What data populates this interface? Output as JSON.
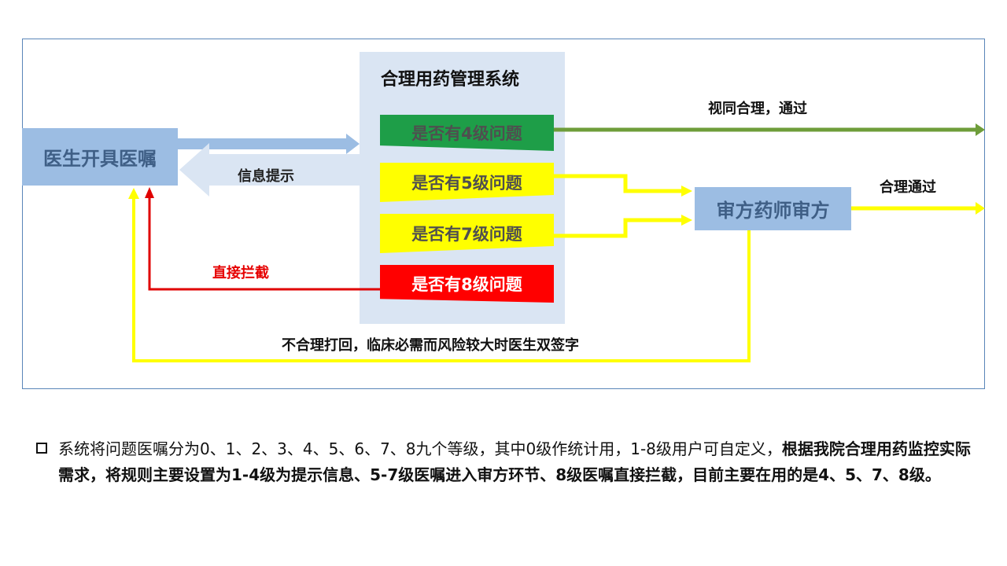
{
  "diagram": {
    "system_title": "合理用药管理系统",
    "doctor_box": "医生开具医嘱",
    "pharmacist_box": "审方药师审方",
    "levels": [
      {
        "label": "是否有4级问题",
        "color": "#1e9e48"
      },
      {
        "label": "是否有5级问题",
        "color": "#ffff00"
      },
      {
        "label": "是否有7级问题",
        "color": "#ffff00"
      },
      {
        "label": "是否有8级问题",
        "color": "#ff0000"
      }
    ],
    "edge_labels": {
      "info_prompt": "信息提示",
      "direct_intercept": "直接拦截",
      "pass_as_reasonable": "视同合理，通过",
      "reasonable_pass": "合理通过",
      "reject_back": "不合理打回，临床必需而风险较大时医生双签字"
    },
    "colors": {
      "panel": "#dae5f3",
      "box_blue": "#9cbde3",
      "arrow_green": "#6e9d3a",
      "arrow_yellow": "#ffff00",
      "arrow_red": "#e00000",
      "text_red": "#e60000"
    }
  },
  "description": {
    "normal": "系统将问题医嘱分为0、1、2、3、4、5、6、7、8九个等级，其中0级作统计用，1-8级用户可自定义，",
    "bold": "根据我院合理用药监控实际需求，将规则主要设置为1-4级为提示信息、5-7级医嘱进入审方环节、8级医嘱直接拦截，目前主要在用的是4、5、7、8级。"
  }
}
